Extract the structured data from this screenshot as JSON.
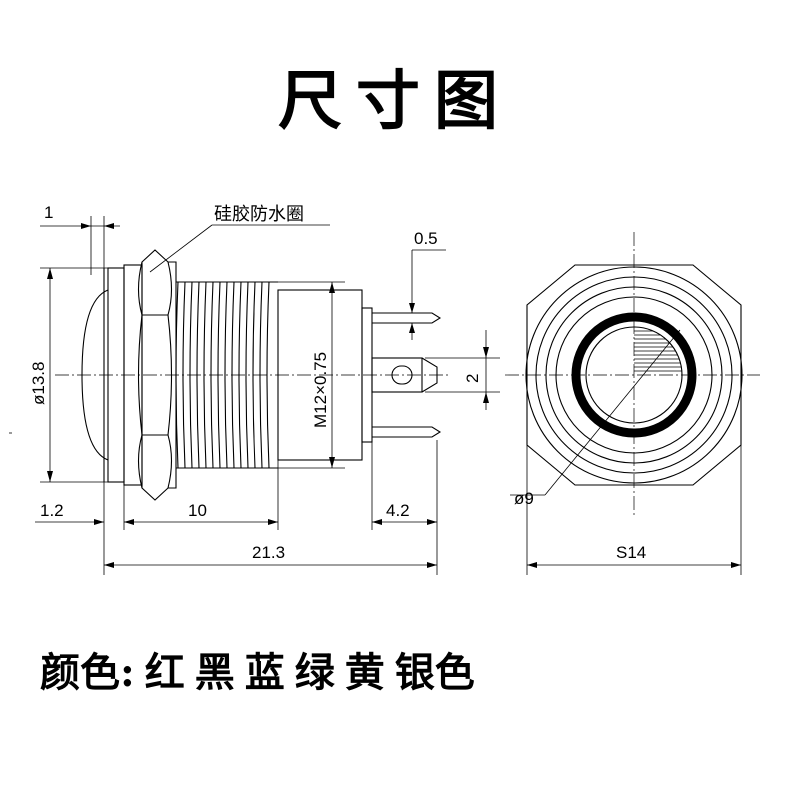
{
  "title": "尺寸图",
  "labels": {
    "seal": "硅胶防水圈",
    "dim_top_1": "1",
    "dim_top_05": "0.5",
    "dim_dia_138": "ø13.8",
    "dim_thread": "M12×0.75",
    "dim_2": "2",
    "dim_12": "1.2",
    "dim_10": "10",
    "dim_42": "4.2",
    "dim_213": "21.3",
    "dim_phi9": "ø9",
    "dim_s14": "S14"
  },
  "colors_line": {
    "prefix": "颜色:",
    "items": [
      "红",
      "黑",
      "蓝",
      "绿",
      "黄",
      "银色"
    ]
  }
}
